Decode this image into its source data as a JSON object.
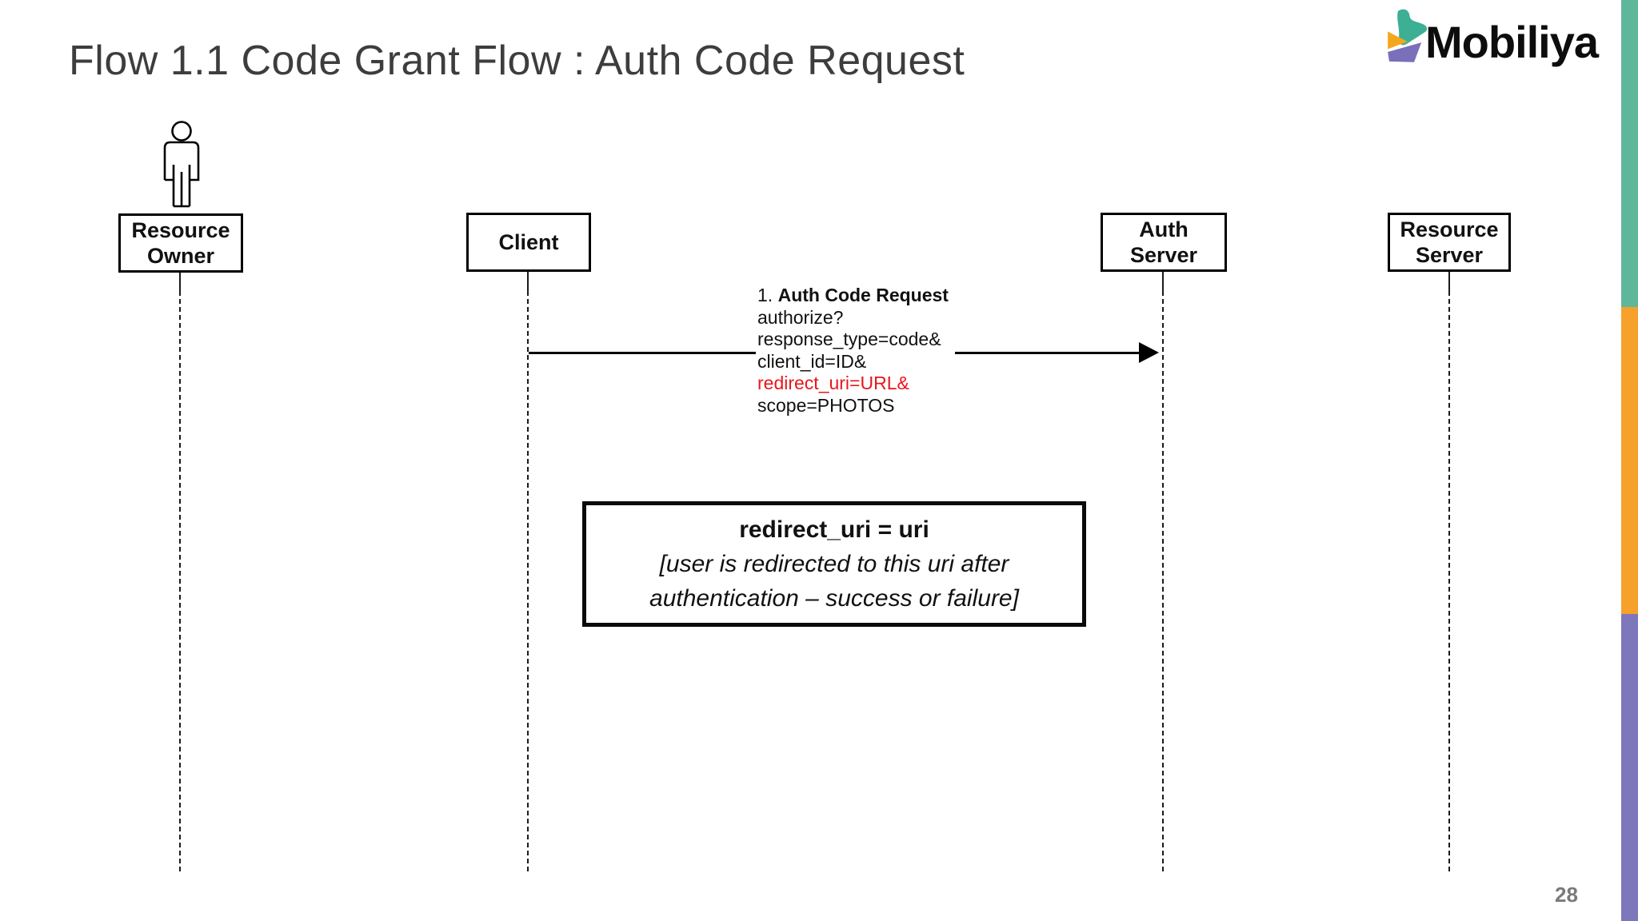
{
  "slide": {
    "title": "Flow 1.1 Code Grant Flow : Auth Code Request",
    "page_number": "28"
  },
  "logo": {
    "text": "Mobiliya",
    "mark_colors": {
      "teal": "#3CAF94",
      "yellow": "#F4A71D",
      "purple": "#7A6FBA"
    }
  },
  "accent_bars": [
    {
      "name": "teal",
      "color": "#5FB79B"
    },
    {
      "name": "orange",
      "color": "#F5A12B"
    },
    {
      "name": "purple",
      "color": "#7D77BC"
    }
  ],
  "diagram": {
    "actors": [
      {
        "id": "resource-owner",
        "line1": "Resource",
        "line2": "Owner",
        "icon": "person-icon"
      },
      {
        "id": "client",
        "line1": "Client",
        "line2": ""
      },
      {
        "id": "auth-server",
        "line1": "Auth",
        "line2": "Server"
      },
      {
        "id": "resource-server",
        "line1": "Resource",
        "line2": "Server"
      }
    ],
    "message": {
      "from": "Client",
      "to": "Auth Server",
      "number": "1.",
      "title": "Auth Code Request",
      "lines": [
        "authorize?",
        "response_type=code&",
        "client_id=ID&",
        "redirect_uri=URL&",
        "scope=PHOTOS"
      ],
      "highlight_line": "redirect_uri=URL&",
      "highlight_color": "#E8171C"
    },
    "note": {
      "title": "redirect_uri = uri",
      "body_line1": "[user is redirected to this uri after",
      "body_line2": "authentication – success or failure]"
    }
  }
}
